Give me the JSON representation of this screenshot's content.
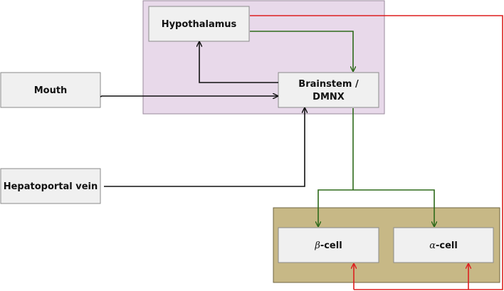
{
  "colors": {
    "brain_region_fill": "#e8d9ea",
    "brain_region_stroke": "#9a8a9c",
    "islet_fill": "#c7b886",
    "islet_stroke": "#6f6440",
    "node_fill": "#f0f0f0",
    "node_stroke": "#8a8a8a",
    "arrow_black": "#111111",
    "arrow_green": "#2e6a1a",
    "arrow_red": "#dd1f1f"
  },
  "nodes": {
    "hypothalamus": "Hypothalamus",
    "brainstem_line1": "Brainstem /",
    "brainstem_line2": "DMNX",
    "mouth": "Mouth",
    "hepatoportal_vein": "Hepatoportal vein",
    "beta_cell_symbol": "β",
    "beta_cell_label": "-cell",
    "alpha_cell_symbol": "α",
    "alpha_cell_label": "-cell"
  }
}
